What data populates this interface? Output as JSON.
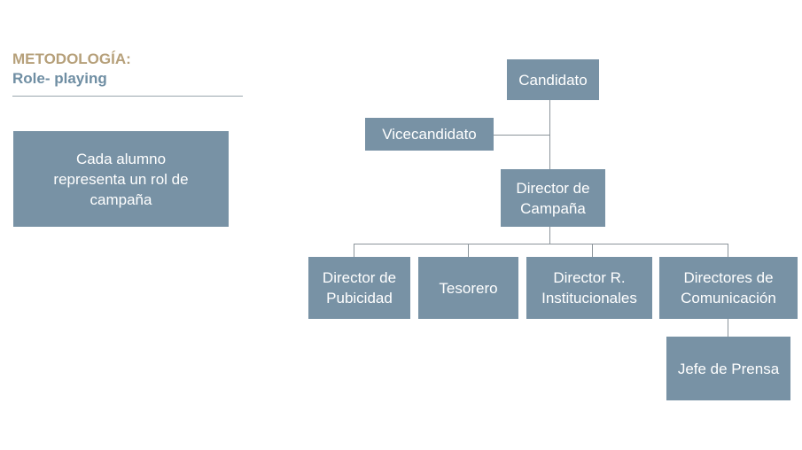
{
  "header": {
    "title": "METODOLOGÍA:",
    "subtitle": "Role- playing"
  },
  "description": {
    "text": "Cada alumno\nrepresenta un rol de\ncampaña"
  },
  "org_chart": {
    "candidato": "Candidato",
    "vicecandidato": "Vicecandidato",
    "director_campana": "Director de\nCampaña",
    "director_publicidad": "Director de\nPubicidad",
    "tesorero": "Tesorero",
    "director_ri": "Director R.\nInstitucionales",
    "directores_comunicacion": "Directores de\nComunicación",
    "jefe_prensa": "Jefe de Prensa"
  },
  "colors": {
    "box": "#7892a5",
    "title_gold": "#b6a07a",
    "subtitle_blue": "#6f8ea3",
    "connector": "#8c959b"
  }
}
